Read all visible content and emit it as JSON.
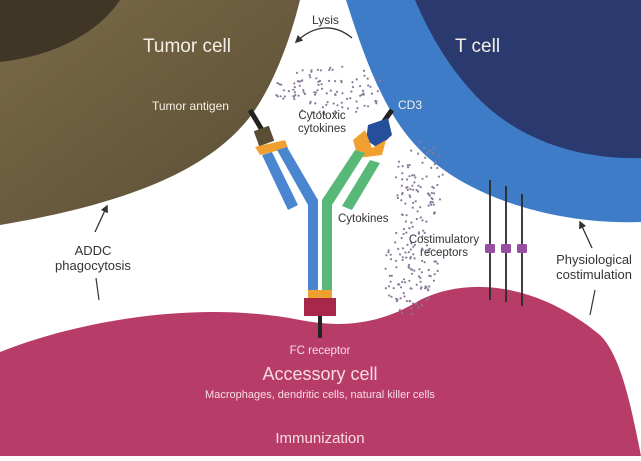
{
  "diagram": {
    "labels": {
      "tumor_cell": "Tumor cell",
      "t_cell": "T cell",
      "lysis": "Lysis",
      "tumor_antigen": "Tumor antigen",
      "cd3": "CD3",
      "cytotoxic_cytokines_1": "Cytotoxic",
      "cytotoxic_cytokines_2": "cytokines",
      "cytokines": "Cytokines",
      "costimulatory_1": "Costimulatory",
      "costimulatory_2": "receptors",
      "addc_1": "ADDC",
      "addc_2": "phagocytosis",
      "physio_1": "Physiological",
      "physio_2": "costimulation",
      "fc_receptor": "FC receptor",
      "accessory_cell": "Accessory cell",
      "accessory_sub": "Macrophages, dendritic cells, natural killer cells",
      "immunization": "Immunization"
    },
    "colors": {
      "tumor_outer": "#6b5c3f",
      "tumor_inner": "#3f3626",
      "tcell_outer": "#3f7cc8",
      "tcell_inner": "#2b3a6e",
      "accessory": "#b83c68",
      "antibody_blue": "#4a86d0",
      "antibody_green": "#58b878",
      "hinge_orange": "#f0a030",
      "fc_base": "#a8284c",
      "receptor_purple": "#9a4ea0",
      "dots": "#8a7a9a"
    }
  }
}
